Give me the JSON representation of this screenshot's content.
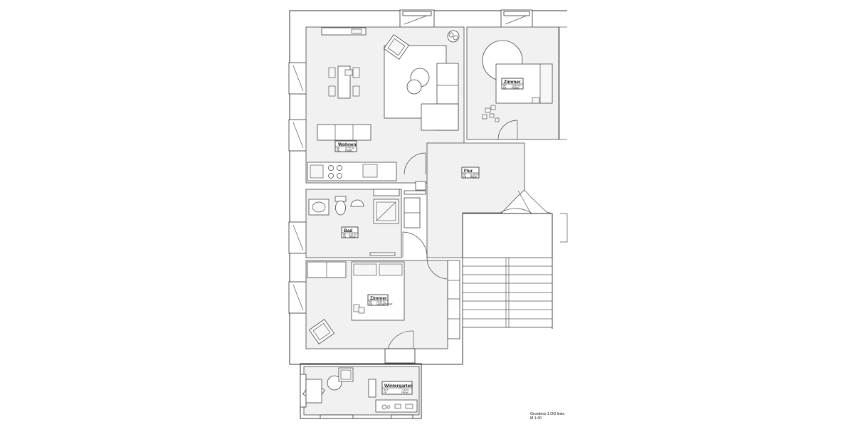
{
  "rooms": [
    {
      "id": "wohnen",
      "name": "Wohnen",
      "area_label": "NF",
      "area": "37,72 m²",
      "floor_label": "FB",
      "floor": "Parkett"
    },
    {
      "id": "zimmer-nordost",
      "name": "Zimmer",
      "area_label": "NF",
      "area": "13,94 m²",
      "floor_label": "FB",
      "floor": "Parkett"
    },
    {
      "id": "flur",
      "name": "Flur",
      "area_label": "NF",
      "area": "11,36 m²",
      "floor_label": "FB",
      "floor": "Fliesen"
    },
    {
      "id": "bad",
      "name": "Bad",
      "area_label": "NF",
      "area": "8,16 m²",
      "floor_label": "FB",
      "floor": "Fliesen"
    },
    {
      "id": "zimmer-sued",
      "name": "Zimmer",
      "area_label": "NF",
      "area": "15,36 m²",
      "floor_label": "FB",
      "floor": "Laminat/Parkett"
    },
    {
      "id": "wintergarten",
      "name": "Wintergarten",
      "area_label": "NGF",
      "area": "7,35 m²",
      "floor_label": "FB",
      "floor": "Fliesen"
    }
  ],
  "caption": {
    "title": "Grundriss 1.OG links",
    "scale": "M 1:40"
  }
}
